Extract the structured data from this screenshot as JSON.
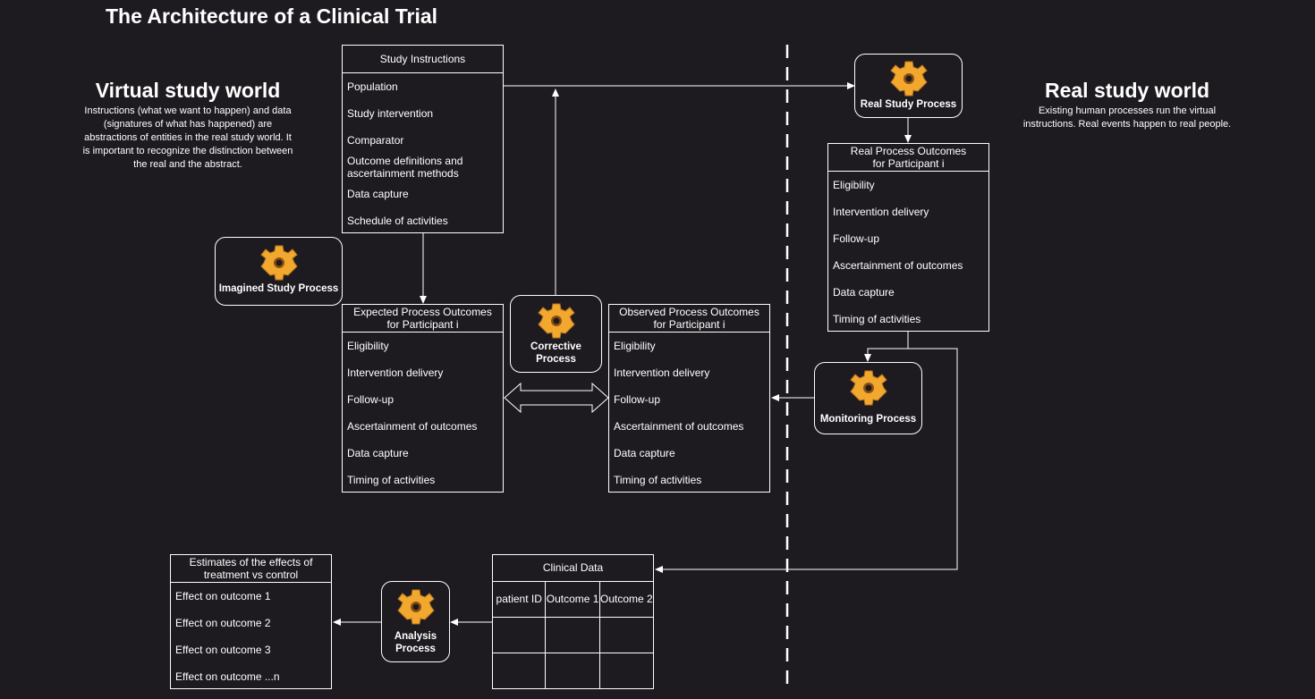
{
  "title": "The Architecture of a Clinical Trial",
  "virtual_world": {
    "title": "Virtual study world",
    "description_lines": [
      "Instructions (what we want to happen) and data",
      "(signatures of what has happened) are",
      "abstractions of entities in the real study world. It",
      "is important to recognize the distinction between",
      "the real and the abstract."
    ]
  },
  "real_world": {
    "title": "Real study world",
    "description_lines": [
      "Existing human processes run the virtual",
      "instructions. Real events happen to real people."
    ]
  },
  "study_instructions": {
    "header": "Study Instructions",
    "rows": [
      "Population",
      "Study intervention",
      "Comparator",
      "Outcome definitions and ascertainment methods",
      "Data capture",
      "Schedule of activities"
    ]
  },
  "expected_outcomes": {
    "header_lines": [
      "Expected Process Outcomes",
      "for Participant i"
    ],
    "rows": [
      "Eligibility",
      "Intervention delivery",
      "Follow-up",
      "Ascertainment of outcomes",
      "Data capture",
      "Timing of activities"
    ]
  },
  "observed_outcomes": {
    "header_lines": [
      "Observed Process Outcomes",
      "for Participant i"
    ],
    "rows": [
      "Eligibility",
      "Intervention delivery",
      "Follow-up",
      "Ascertainment of outcomes",
      "Data capture",
      "Timing of activities"
    ]
  },
  "real_outcomes": {
    "header_lines": [
      "Real Process Outcomes",
      "for Participant i"
    ],
    "rows": [
      "Eligibility",
      "Intervention delivery",
      "Follow-up",
      "Ascertainment of outcomes",
      "Data capture",
      "Timing of activities"
    ]
  },
  "estimates": {
    "header_lines": [
      "Estimates of the effects of",
      "treatment vs control"
    ],
    "rows": [
      "Effect on outcome 1",
      "Effect on outcome 2",
      "Effect on outcome 3",
      "Effect on outcome ...n"
    ]
  },
  "clinical_data": {
    "header": "Clinical Data",
    "columns": [
      "patient ID",
      "Outcome 1",
      "Outcome 2"
    ]
  },
  "processes": {
    "imagined": "Imagined Study Process",
    "corrective": "Corrective Process",
    "real": "Real Study Process",
    "monitoring": "Monitoring Process",
    "analysis": "Analysis Process"
  },
  "icons": {
    "process": "gear-icon"
  },
  "colors": {
    "background": "#1e1b20",
    "foreground": "#ffffff",
    "gear": "#f2a82f"
  }
}
